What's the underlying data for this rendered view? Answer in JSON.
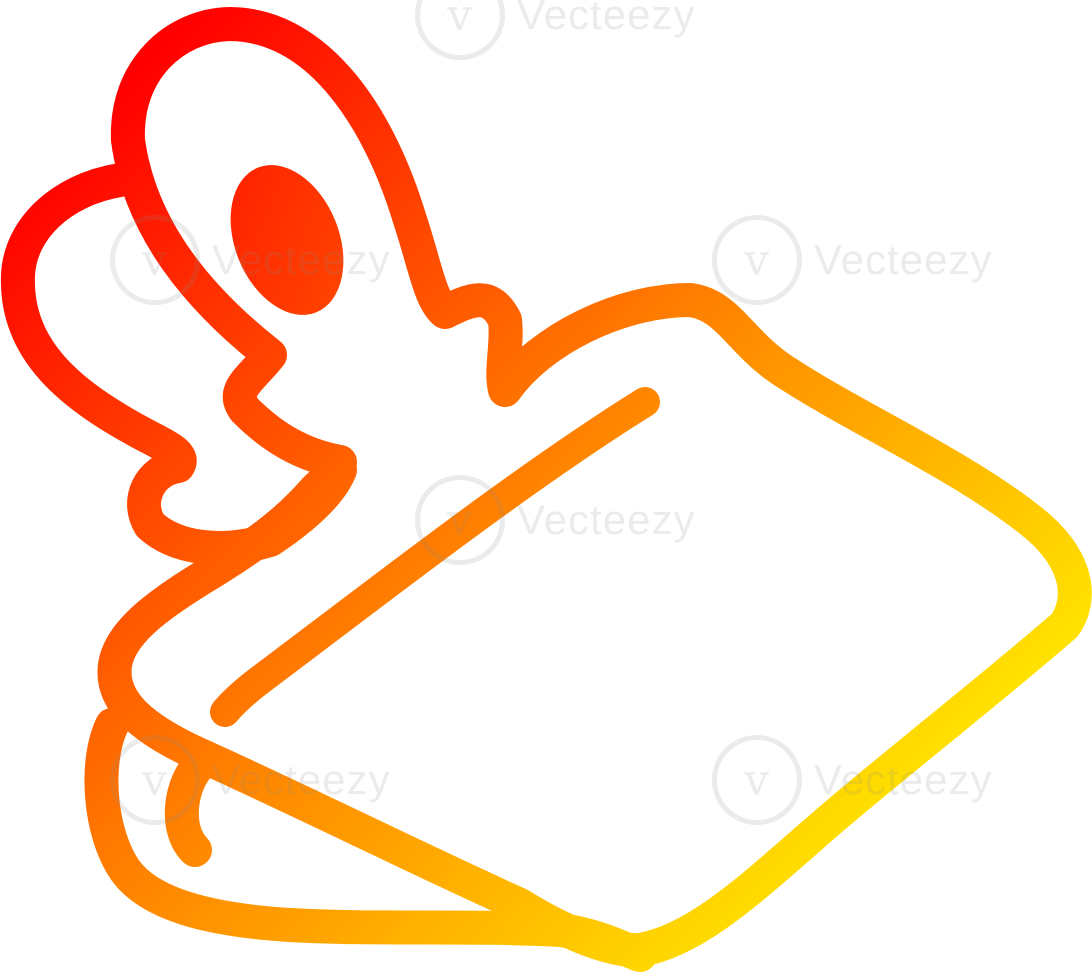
{
  "illustration": {
    "subject": "cartoon cutting board",
    "icon": "cutting-board-icon",
    "colors": {
      "gradient_start": "#ff0000",
      "gradient_mid": "#ff8a00",
      "gradient_end": "#ffff00",
      "background": "#ffffff"
    }
  },
  "watermark": {
    "text": "Vecteezy",
    "logo": "vecteezy-logo"
  }
}
